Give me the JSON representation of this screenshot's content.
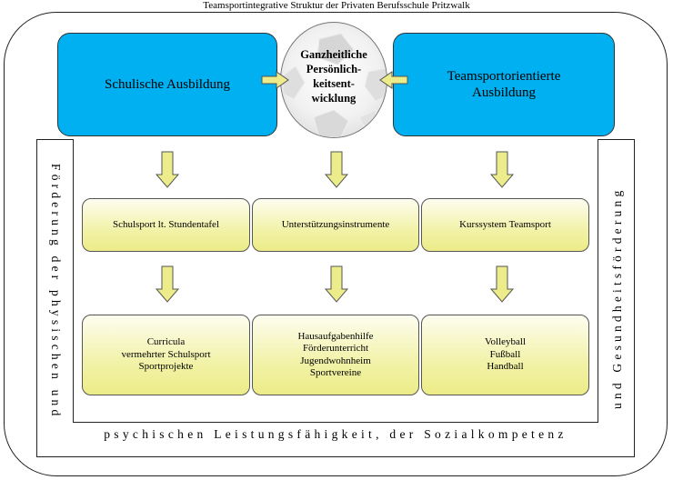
{
  "title": "Teamsportintegrative Struktur der Privaten Berufsschule Pritzwalk",
  "top": {
    "left_box": "Schulische Ausbildung",
    "right_box": [
      "Teamsportorientierte",
      "Ausbildung"
    ],
    "center": [
      "Ganzheitliche",
      "Persönlich-",
      "keitsent-",
      "wicklung"
    ]
  },
  "row1": [
    "Schulsport lt. Stundentafel",
    "Unterstützungsinstrumente",
    "Kurssystem Teamsport"
  ],
  "row2": [
    [
      "Curricula",
      "vermehrter Schulsport",
      "Sportprojekte"
    ],
    [
      "Hausaufgabenhilfe",
      "Förderunterricht",
      "Jugendwohnheim",
      "Sportvereine"
    ],
    [
      "Volleyball",
      "Fußball",
      "Handball"
    ]
  ],
  "frame_text": {
    "left": "Förderung der physischen und",
    "bottom": "psychischen Leistungsfähigkeit, der Sozialkompetenz",
    "right": "und Gesundheitsförderung"
  },
  "colors": {
    "blue": "#00b0f0",
    "yellow": "#f2f2a8",
    "arrow": "#ecec8a"
  }
}
